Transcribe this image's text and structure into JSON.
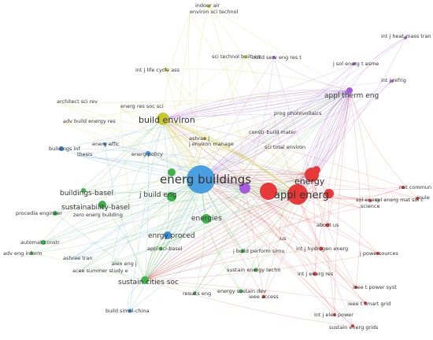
{
  "colors": {
    "red": "#e8393a",
    "green": "#3fb34a",
    "blue": "#3a8fd8",
    "yellow": "#c9c934",
    "purple": "#a55cdc",
    "lightblue": "#5aa7e0"
  },
  "clusters": {
    "red": [
      "appl energ",
      "energy",
      "about us",
      "int j hydrogen energ",
      "j powersources",
      "int j energ res",
      "ieee t power syst",
      "ieee t smart grid",
      "int j elec power",
      "sustain energ grids",
      "sol energ",
      "sol energ mat sol c",
      "science",
      "nat commun",
      "joule",
      "ieee access",
      "energy sustain dev",
      "sustain energy techn",
      "us"
    ],
    "green": [
      "energ buildings",
      "j build eng",
      "energies",
      "sustainability-basel",
      "buildings-basel",
      "sustain cities soc",
      "procedia engineer",
      "zero energ building",
      "automat constr",
      "adv eng inform",
      "ashrae tran",
      "alex eng j",
      "acee summer study e",
      "appl sci-basel",
      "results eng",
      "j build perform simu"
    ],
    "blue": [
      "build simul-china",
      "energ policy",
      "energ effic",
      "buildings inf",
      "thesis",
      "enrgy proced"
    ],
    "yellow": [
      "build environ",
      "indoor air",
      "environ sci technol",
      "int j life cycle ass",
      "sci technol built en",
      "architect sci rev",
      "adv build energy res",
      "energ res soc sci",
      "ashrae j",
      "j environ manage",
      "constr build mater",
      "sci total environ"
    ],
    "purple": [
      "appl therm eng",
      "int j heat mass tran",
      "j sol energ t asme",
      "int j refrig",
      "build serv eng res t",
      "prog photovoltaics"
    ]
  },
  "labels": {
    "energ_buildings": "energ buildings",
    "appl_energ": "appl energ",
    "energy": "energy",
    "build_environ": "build environ",
    "j_build_eng": "j build eng",
    "sustainability_basel": "sustainability-basel",
    "buildings_basel": "buildings-basel",
    "energies": "energies",
    "enrgy_proced": "enrgy proced",
    "sustain_cities_soc": "sustain cities soc",
    "appl_therm_eng": "appl therm eng",
    "energ_policy": "energ policy",
    "indoor_air": "indoor air",
    "environ_sci_technol": "environ sci technol",
    "int_j_heat_mass_tran": "int j heat mass tran",
    "sci_technol_built_en": "sci technol built en",
    "build_serv_eng_res_t": "build serv eng res t",
    "j_sol_energ_t_asme": "j sol energ t asme",
    "int_j_life_cycle_ass": "int j life cycle ass",
    "int_j_refrig": "int j refrig",
    "architect_sci_rev": "architect sci rev",
    "energ_res_soc_sci": "energ res soc sci",
    "adv_build_energy_res": "adv build energy res",
    "prog_photovoltaics": "prog photovoltaics",
    "constr_build_mater": "constr build mater",
    "ashrae_j": "ashrae j",
    "j_environ_manage": "j environ manage",
    "buildings_inf": "buildings inf",
    "energ_effic": "energ effic",
    "sci_total_environ": "sci total environ",
    "thesis": "thesis",
    "sol_energ": "sol energ",
    "nat_commun": "nat commun",
    "joule": "joule",
    "sol_energ_mat_sol_c": "sol energ mat sol c",
    "science": "science",
    "procedia_engineer": "procedia engineer",
    "zero_energ_building": "zero energ building",
    "about_us": "about us",
    "automat_constr": "automat constr",
    "appl_sci_basel": "appl sci-basel",
    "us": "us",
    "j_build_perform_simu": "j build perform simu",
    "int_j_hydrogen_energ": "int j hydrogen energ",
    "j_powersources": "j powersources",
    "adv_eng_inform": "adv eng inform",
    "ashrae_tran": "ashrae tran",
    "alex_eng_j": "alex eng j",
    "acee_summer_study_e": "acee summer study e",
    "sustain_energy_techn": "sustain energy techn",
    "int_j_energ_res": "int j energ res",
    "energy_sustain_dev": "energy sustain dev",
    "results_eng": "results eng",
    "ieee_access": "ieee access",
    "ieee_t_power_syst": "ieee t power syst",
    "ieee_t_smart_grid": "ieee t smart grid",
    "int_j_elec_power": "int j elec power",
    "build_simul_china": "build simul-china",
    "sustain_energ_grids": "sustain energ grids"
  }
}
